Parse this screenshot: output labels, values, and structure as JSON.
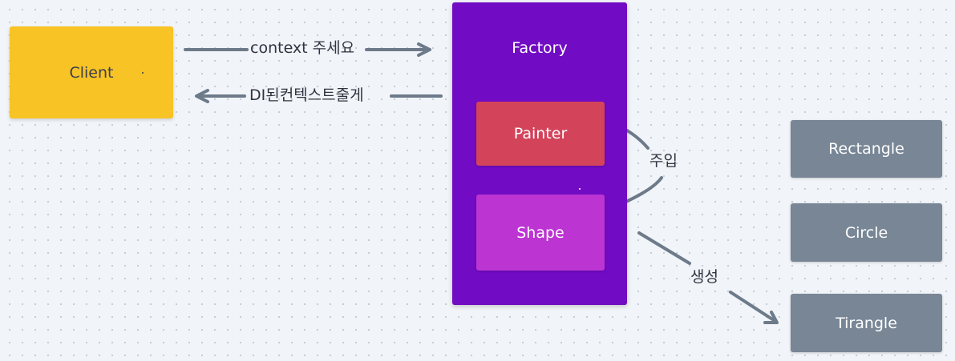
{
  "nodes": {
    "client": "Client",
    "factory": "Factory",
    "painter": "Painter",
    "shape": "Shape",
    "rectangle": "Rectangle",
    "circle": "Circle",
    "tirangle": "Tirangle"
  },
  "edges": {
    "context_request": "context 주세요",
    "di_response": "DI된컨텍스트줄게",
    "inject": "주입",
    "create": "생성"
  },
  "colors": {
    "background": "#f1f4f8",
    "client": "#f8c325",
    "factory": "#710cc4",
    "painter": "#d3435a",
    "shape": "#bc34d2",
    "shape_types": "#788696",
    "arrow": "#6c7a8a"
  }
}
